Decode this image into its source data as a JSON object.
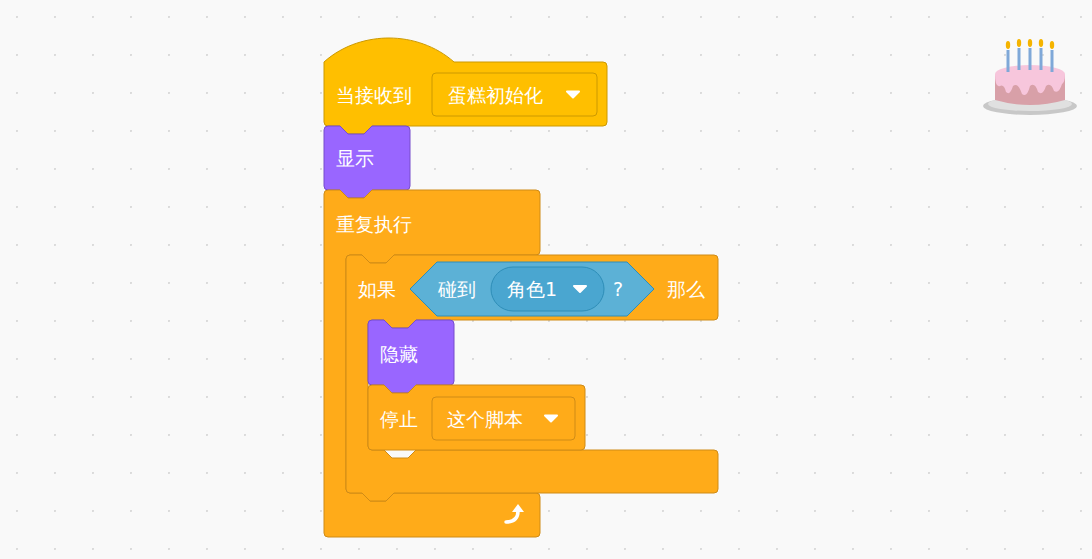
{
  "diagram": {
    "nodes": [
      {
        "text": [
          "当接收到"
        ]
      },
      {
        "text": [
          "蛋糕初始化"
        ],
        "in": 0
      },
      {
        "text": [
          "显示"
        ]
      },
      {
        "text": [
          "重复执行"
        ]
      },
      {
        "text": [
          "如果",
          "那么"
        ],
        "in": 3
      },
      {
        "text": [
          "碰到",
          "?"
        ],
        "in": 4
      },
      {
        "text": [
          "角色1"
        ],
        "in": 5
      },
      {
        "text": [
          "隐藏"
        ],
        "in": 4
      },
      {
        "text": [
          "停止"
        ],
        "in": 4
      },
      {
        "text": [
          "这个脚本"
        ],
        "in": 8
      }
    ]
  }
}
